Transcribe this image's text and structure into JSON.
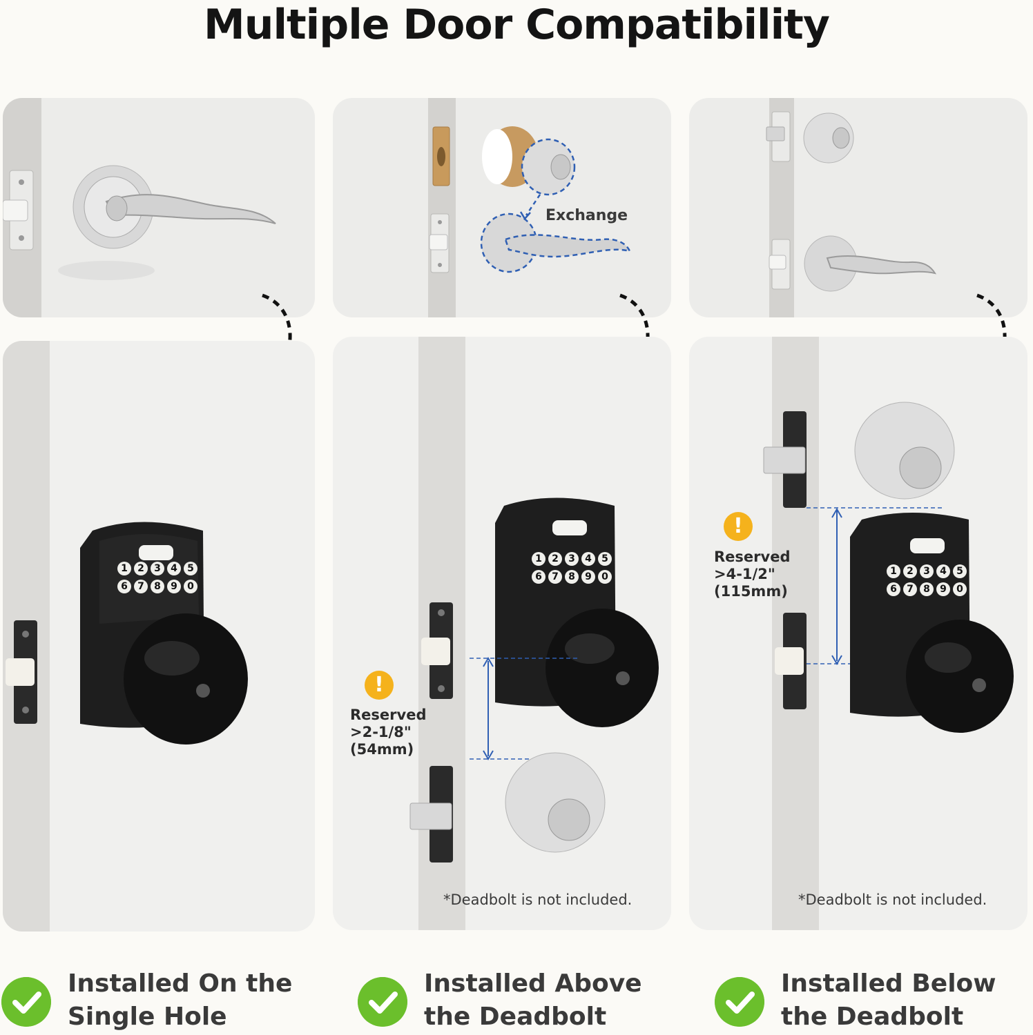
{
  "title": "Multiple Door Compatibility",
  "exchange_label": "Exchange",
  "reserved": [
    {
      "label": "Reserved",
      "line2": ">2-1/8\"",
      "line3": "(54mm)"
    },
    {
      "label": "Reserved",
      "line2": ">4-1/2\"",
      "line3": "(115mm)"
    }
  ],
  "notes": [
    "*Deadbolt is not included.",
    "*Deadbolt is not included."
  ],
  "keypad_keys": [
    "1",
    "2",
    "3",
    "4",
    "5",
    "6",
    "7",
    "8",
    "9",
    "0"
  ],
  "captions": [
    {
      "line1": "Installed On the",
      "line2": "Single Hole"
    },
    {
      "line1": "Installed Above",
      "line2": "the Deadbolt"
    },
    {
      "line1": "Installed Below",
      "line2": "the Deadbolt"
    }
  ],
  "colors": {
    "check": "#6bbf2c",
    "warning": "#f5b21c",
    "dimension_line": "#2f5fb3"
  },
  "icons": [
    "check-circle-icon",
    "warning-icon",
    "dashed-arrow-icon"
  ]
}
